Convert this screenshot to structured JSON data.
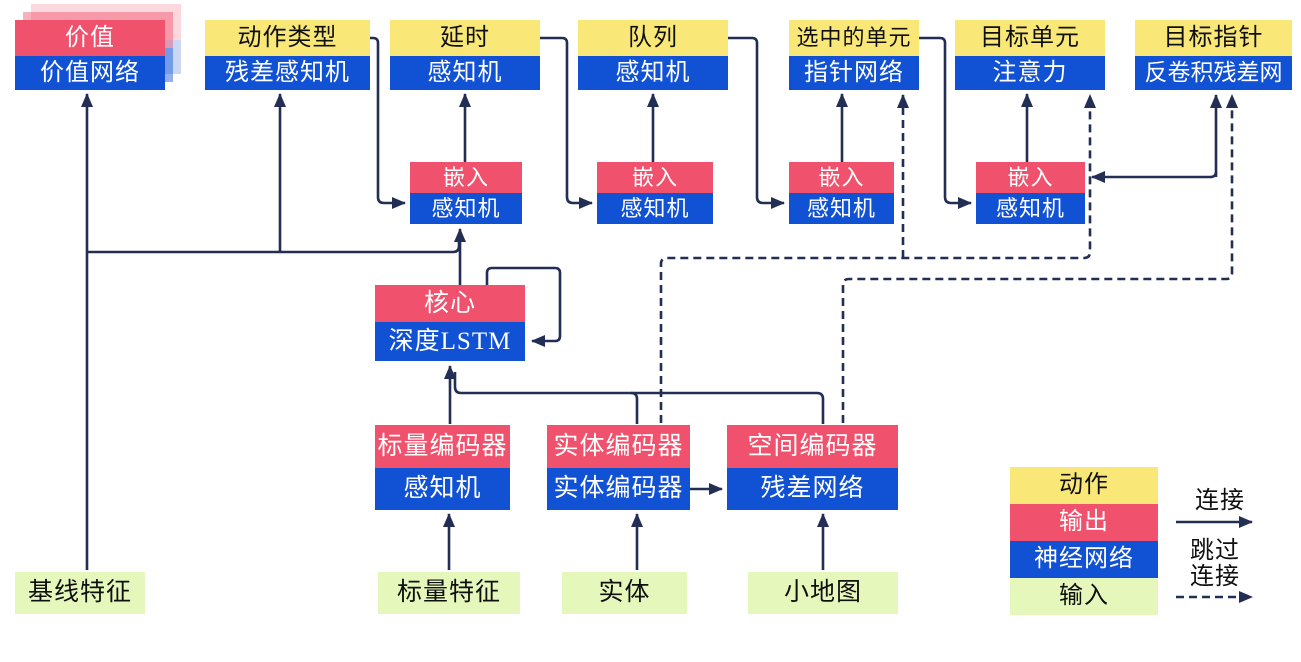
{
  "diagram": {
    "nodes": {
      "value": {
        "header": "价值",
        "body": "价值网络"
      },
      "action_type": {
        "header": "动作类型",
        "body": "残差感知机"
      },
      "delay": {
        "header": "延时",
        "body": "感知机"
      },
      "queue": {
        "header": "队列",
        "body": "感知机"
      },
      "selected_units": {
        "header": "选中的单元",
        "body": "指针网络"
      },
      "target_unit": {
        "header": "目标单元",
        "body": "注意力"
      },
      "target_point": {
        "header": "目标指针",
        "body": "反卷积残差网"
      },
      "embed1": {
        "header": "嵌入",
        "body": "感知机"
      },
      "embed2": {
        "header": "嵌入",
        "body": "感知机"
      },
      "embed3": {
        "header": "嵌入",
        "body": "感知机"
      },
      "embed4": {
        "header": "嵌入",
        "body": "感知机"
      },
      "core": {
        "header": "核心",
        "body": "深度LSTM"
      },
      "scalar_encoder": {
        "header": "标量编码器",
        "body": "感知机"
      },
      "entity_encoder": {
        "header": "实体编码器",
        "body": "实体编码器"
      },
      "spatial_encoder": {
        "header": "空间编码器",
        "body": "残差网络"
      },
      "baseline_features": {
        "label": "基线特征"
      },
      "scalar_features": {
        "label": "标量特征"
      },
      "entities": {
        "label": "实体"
      },
      "minimap": {
        "label": "小地图"
      }
    },
    "legend": {
      "action": "动作",
      "output": "输出",
      "network": "神经网络",
      "input": "输入",
      "connection": "连接",
      "skip_line1": "跳过",
      "skip_line2": "连接"
    },
    "colors": {
      "action": "#f9e878",
      "output": "#f0516c",
      "network": "#1152d4",
      "input": "#e6f7bb",
      "line": "#232e55"
    }
  }
}
